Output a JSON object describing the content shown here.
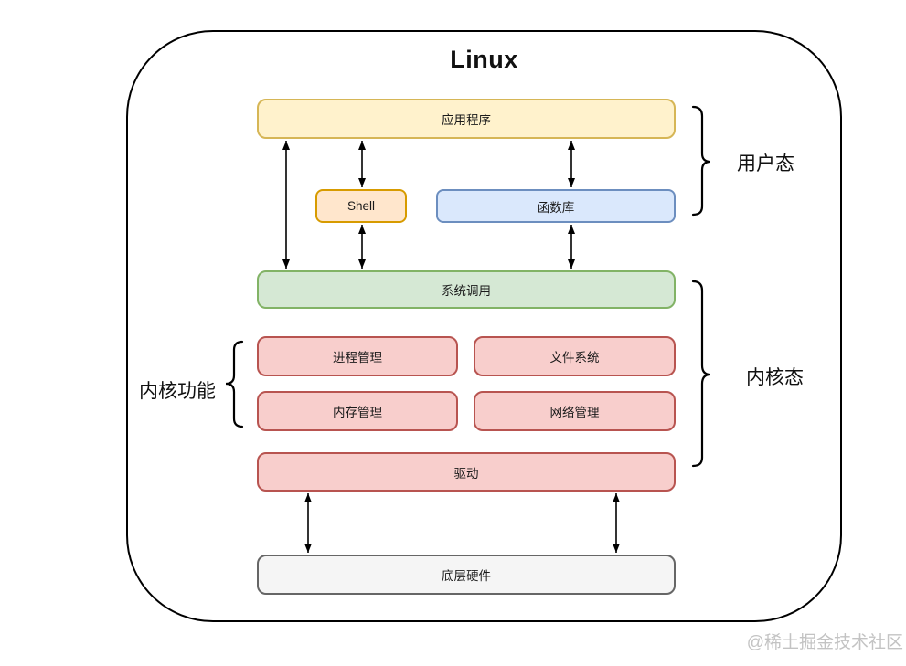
{
  "diagram": {
    "title": "Linux",
    "watermark": "@稀土掘金技术社区",
    "nodes": {
      "applications": {
        "label": "应用程序",
        "fill": "#FFF2CC",
        "stroke": "#D6B656"
      },
      "shell": {
        "label": "Shell",
        "fill": "#FFE6CC",
        "stroke": "#D79B00"
      },
      "library": {
        "label": "函数库",
        "fill": "#DAE8FC",
        "stroke": "#6C8EBF"
      },
      "syscall": {
        "label": "系统调用",
        "fill": "#D5E8D4",
        "stroke": "#82B366"
      },
      "process_mgmt": {
        "label": "进程管理",
        "fill": "#F8CECC",
        "stroke": "#B85450"
      },
      "file_system": {
        "label": "文件系统",
        "fill": "#F8CECC",
        "stroke": "#B85450"
      },
      "memory_mgmt": {
        "label": "内存管理",
        "fill": "#F8CECC",
        "stroke": "#B85450"
      },
      "network_mgmt": {
        "label": "网络管理",
        "fill": "#F8CECC",
        "stroke": "#B85450"
      },
      "driver": {
        "label": "驱动",
        "fill": "#F8CECC",
        "stroke": "#B85450"
      },
      "hardware": {
        "label": "底层硬件",
        "fill": "#F5F5F5",
        "stroke": "#666666"
      }
    },
    "annotations": {
      "user_mode": {
        "label": "用户态"
      },
      "kernel_mode": {
        "label": "内核态"
      },
      "kernel_functions": {
        "label": "内核功能"
      }
    }
  }
}
